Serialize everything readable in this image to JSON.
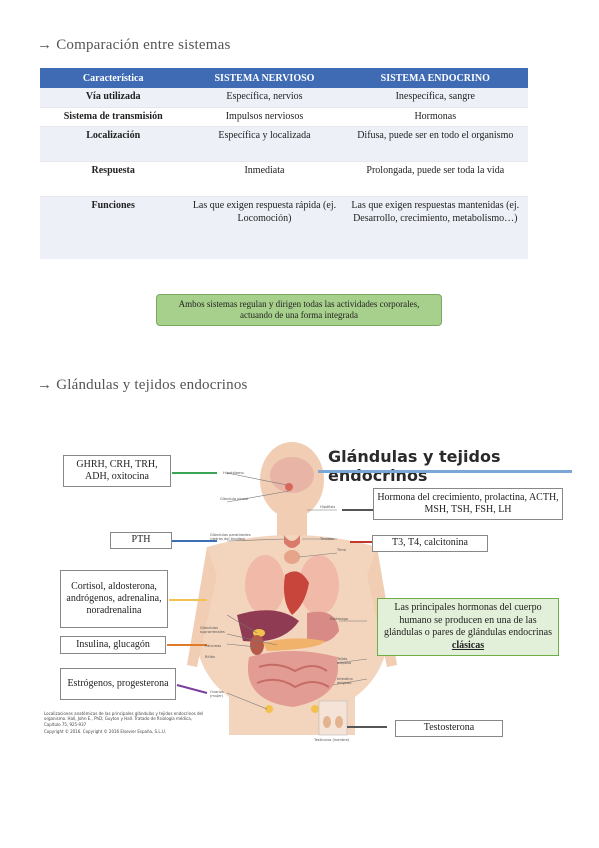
{
  "section1": {
    "arrow": "→",
    "title": "Comparación entre sistemas"
  },
  "table": {
    "headers": [
      "Característica",
      "SISTEMA NERVIOSO",
      "SISTEMA ENDOCRINO"
    ],
    "rows": [
      [
        "Vía utilizada",
        "Específica, nervios",
        "Inespecífica, sangre"
      ],
      [
        "Sistema de transmisión",
        "Impulsos nerviosos",
        "Hormonas"
      ],
      [
        "Localización",
        "Específica y localizada",
        "Difusa, puede ser en todo el organismo"
      ],
      [
        "Respuesta",
        "Inmediata",
        "Prolongada, puede ser toda la vida"
      ],
      [
        "Funciones",
        "Las que exigen respuesta rápida (ej. Locomoción)",
        "Las que exigen respuestas mantenidas (ej. Desarrollo, crecimiento, metabolismo…)"
      ]
    ]
  },
  "note": "Ambos sistemas regulan y dirigen todas las actividades corporales, actuando de una forma integrada",
  "section2": {
    "arrow": "→",
    "title": "Glándulas y tejidos endocrinos"
  },
  "figure": {
    "title": "Glándulas y tejidos endocrinos",
    "boxes": {
      "hypothalamus": "GHRH, CRH, TRH, ADH, oxitocina",
      "pituitary": "Hormona del crecimiento, prolactina, ACTH, MSH, TSH, FSH, LH",
      "parathyroid": "PTH",
      "thyroid": "T3, T4, calcitonina",
      "adrenal": "Cortisol, aldosterona, andrógenos, adrenalina, noradrenalina",
      "pancreas": "Insulina, glucagón",
      "ovary": "Estrógenos, progesterona",
      "testis": "Testosterona"
    },
    "callout_text": "Las principales hormonas del cuerpo humano se producen en una de las glándulas o pares de glándulas endocrinas",
    "callout_bold": "clásicas",
    "labels": {
      "hipotalamo": "Hipotálamo",
      "hipofisis": "Glándula pineal",
      "hipofisis_r": "Hipófisis",
      "paratiroides": "Glándulas paratiroides (detrás del tiroides)",
      "tiroides": "Tiroides",
      "timo": "Timo",
      "suprarrenales": "Glándulas suprarrenales",
      "estomago": "Estómago",
      "pancreas": "Páncreas",
      "rinon": "Riñón",
      "tejido_adiposo": "Tejido adiposo",
      "intestino": "Intestino delgado",
      "ovarios": "Ovarios (mujer)",
      "testiculos": "Testículos (hombre)"
    },
    "citation": "Localizaciones anatómicas de las principales glándulas y tejidos endocrinos del organismo. Hall, John E., PhD; Guyton y Hall. Tratado de fisiología médica, Capítulo 75, 925-937",
    "copyright": "Copyright © 2016. Copyright © 2016 Elsevier España, S.L.U."
  },
  "colors": {
    "header_blue": "#3f6bb4",
    "note_green": "#a8d08d",
    "callout_green": "#e2efd9",
    "pin_green": "#3aa655",
    "pin_purple": "#7b3f9e",
    "pin_orange": "#e07b2a",
    "pin_blue": "#3b6eb5",
    "pin_red": "#c0392b"
  }
}
